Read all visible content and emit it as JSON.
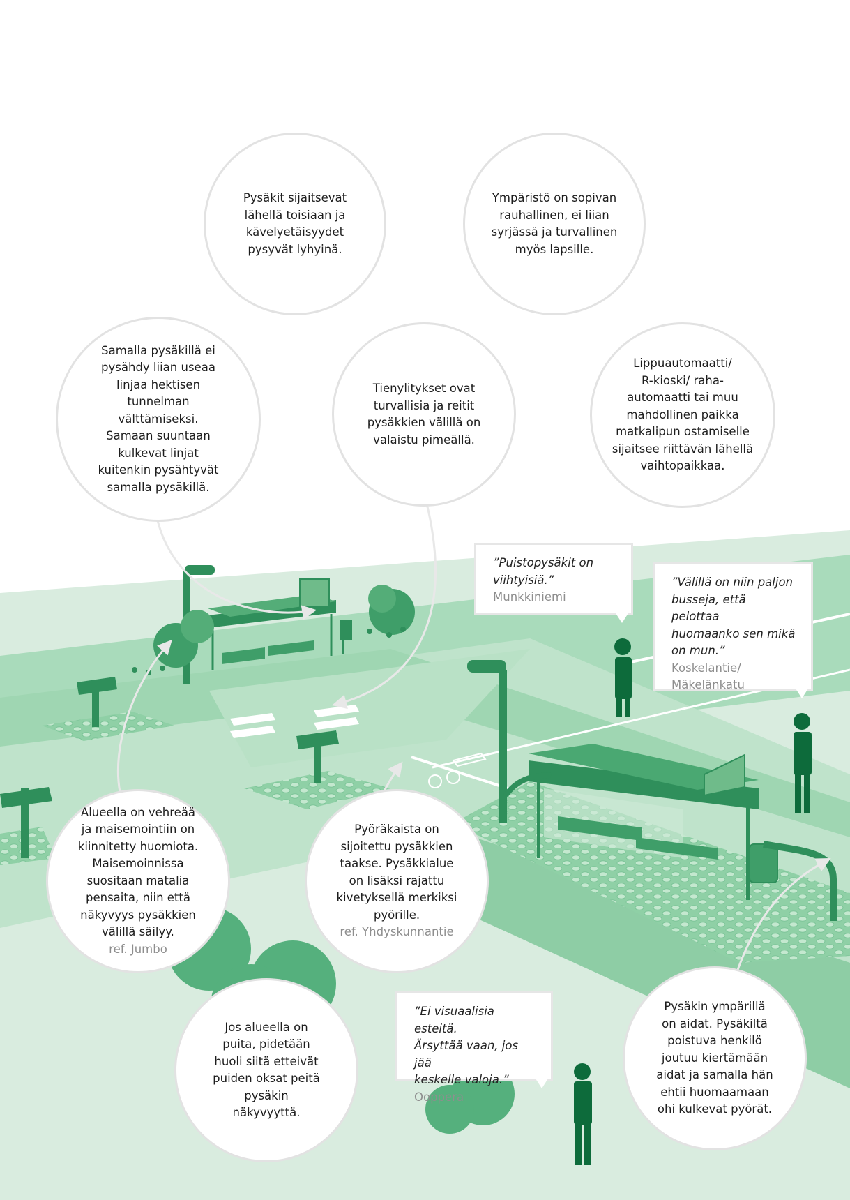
{
  "palette": {
    "background": "#ffffff",
    "ground_light": "#d9ecdf",
    "ground_mid": "#8ecda5",
    "road": "#bfe3cb",
    "grass": "#a8d9b9",
    "structure_dark": "#2e8f5b",
    "figure": "#0d6b3b",
    "bubble_border": "#e2e2e2",
    "source_gray": "#8e8e8e"
  },
  "bubbles": {
    "stop_distance": {
      "text": "Pysäkit sijaitsevat\nlähellä toisiaan ja\nkävelyetäisyydet\npysyvät lyhyinä."
    },
    "calm_environment": {
      "text": "Ympäristö on sopivan\nrauhallinen, ei liian\nsyrjässä ja turvallinen\nmyös lapsille."
    },
    "lines_per_stop": {
      "text": "Samalla pysäkillä ei\npysähdy liian useaa\nlinjaa hektisen\ntunnelman\nvälttämiseksi.\nSamaan suuntaan\nkulkevat linjat\nkuitenkin pysähtyvät\nsamalla pysäkillä."
    },
    "crossings": {
      "text": "Tienylitykset ovat\nturvallisia ja  reitit\npysäkkien välillä on\nvalaistu pimeällä."
    },
    "ticket_machine": {
      "text": "Lippuautomaatti/\nR-kioski/ raha-\nautomaatti tai muu\nmahdollinen paikka\nmatkalipun ostamiselle\nsijaitsee riittävän lähellä\nvaihtopaikkaa."
    },
    "greenery": {
      "text": "Alueella on vehreää\nja maisemointiin on\nkiinnitetty huomiota.\nMaisemoinnissa\nsuositaan matalia\npensaita, niin että\nnäkyvyys pysäkkien\nvälillä säilyy.",
      "ref": "ref. Jumbo"
    },
    "bike_lane": {
      "text": "Pyöräkaista on\nsijoitettu pysäkkien\ntaakse. Pysäkkialue\non lisäksi rajattu\nkivetyksellä merkiksi\npyörille.",
      "ref": "ref. Yhdyskunnantie"
    },
    "trees": {
      "text": "Jos alueella on\npuita, pidetään\nhuoli siitä etteivät\npuiden oksat peitä\npysäkin\nnäkyvyyttä."
    },
    "fences": {
      "text": "Pysäkin ympärillä\non aidat. Pysäkiltä\npoistuva henkilö\njoutuu kiertämään\naidat ja samalla hän\nehtii huomaamaan\nohi kulkevat pyörät."
    }
  },
  "quotes": {
    "park_stops": {
      "text": "”Puistopysäkit on\nviihtyisiä.”",
      "source": "Munkkiniemi"
    },
    "many_buses": {
      "text": "”Välillä on niin paljon\nbusseja, että pelottaa\nhuomaanko sen mikä\non mun.”",
      "source": "Koskelantie/\nMäkelänkatu"
    },
    "no_obstacles": {
      "text": "”Ei visuaalisia esteitä.\nÄrsyttää vaan, jos jää\nkeskelle valoja.”",
      "source": "Ooppera"
    }
  }
}
